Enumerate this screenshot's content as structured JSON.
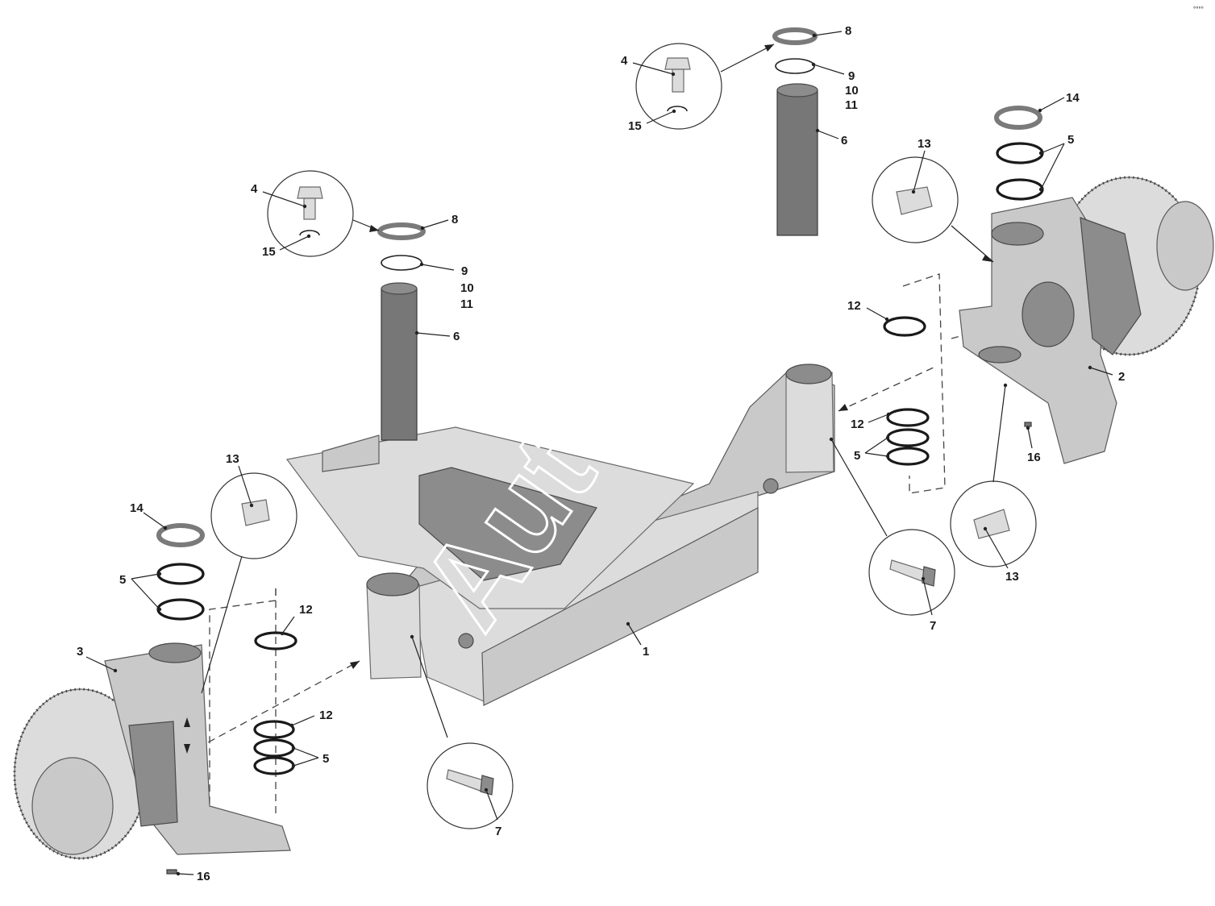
{
  "diagram": {
    "watermark": "AutoSoft",
    "corner_mark": "°°°°",
    "callouts": [
      {
        "key": "c1",
        "text": "1"
      },
      {
        "key": "c2",
        "text": "2"
      },
      {
        "key": "c3",
        "text": "3"
      },
      {
        "key": "c4a",
        "text": "4"
      },
      {
        "key": "c4b",
        "text": "4"
      },
      {
        "key": "c5a",
        "text": "5"
      },
      {
        "key": "c5b",
        "text": "5"
      },
      {
        "key": "c5c",
        "text": "5"
      },
      {
        "key": "c5d",
        "text": "5"
      },
      {
        "key": "c6a",
        "text": "6"
      },
      {
        "key": "c6b",
        "text": "6"
      },
      {
        "key": "c7a",
        "text": "7"
      },
      {
        "key": "c7b",
        "text": "7"
      },
      {
        "key": "c8a",
        "text": "8"
      },
      {
        "key": "c8b",
        "text": "8"
      },
      {
        "key": "c9a",
        "text": "9"
      },
      {
        "key": "c9b",
        "text": "9"
      },
      {
        "key": "c10a",
        "text": "10"
      },
      {
        "key": "c10b",
        "text": "10"
      },
      {
        "key": "c11a",
        "text": "11"
      },
      {
        "key": "c11b",
        "text": "11"
      },
      {
        "key": "c12a",
        "text": "12"
      },
      {
        "key": "c12b",
        "text": "12"
      },
      {
        "key": "c12c",
        "text": "12"
      },
      {
        "key": "c12d",
        "text": "12"
      },
      {
        "key": "c13a",
        "text": "13"
      },
      {
        "key": "c13b",
        "text": "13"
      },
      {
        "key": "c13c",
        "text": "13"
      },
      {
        "key": "c14a",
        "text": "14"
      },
      {
        "key": "c14b",
        "text": "14"
      },
      {
        "key": "c15a",
        "text": "15"
      },
      {
        "key": "c15b",
        "text": "15"
      },
      {
        "key": "c16a",
        "text": "16"
      },
      {
        "key": "c16b",
        "text": "16"
      }
    ]
  },
  "colors": {
    "part_fill": "#c9c9c9",
    "part_light": "#dcdcdc",
    "pin_fill": "#777777",
    "line": "#1a1a1a",
    "background": "#ffffff"
  }
}
